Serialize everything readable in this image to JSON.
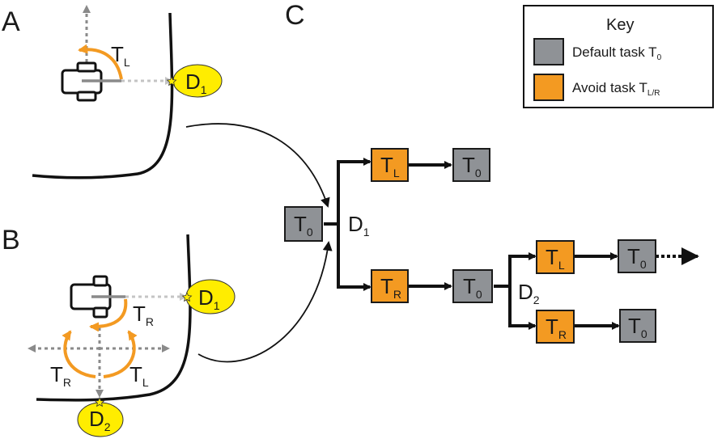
{
  "panels": {
    "a": "A",
    "b": "B",
    "c": "C"
  },
  "key": {
    "title": "Key",
    "default_label": "Default task T",
    "default_sub": "0",
    "avoid_label": "Avoid task T",
    "avoid_sub": "L/R",
    "colors": {
      "default": "#8f9296",
      "avoid": "#f39a22",
      "detection": "#ffed00"
    }
  },
  "panel_a": {
    "turn_label": "T",
    "turn_sub": "L",
    "detection_label": "D",
    "detection_sub": "1"
  },
  "panel_b": {
    "turn_right_upper": "T",
    "turn_right_upper_sub": "R",
    "turn_right_lower": "T",
    "turn_right_lower_sub": "R",
    "turn_left_lower": "T",
    "turn_left_lower_sub": "L",
    "detection1_label": "D",
    "detection1_sub": "1",
    "detection2_label": "D",
    "detection2_sub": "2"
  },
  "tree": {
    "nodes": [
      {
        "id": "root",
        "kind": "default",
        "label": "T",
        "sub": "0"
      },
      {
        "id": "d1-left",
        "kind": "avoid",
        "label": "T",
        "sub": "L"
      },
      {
        "id": "d1-left-next",
        "kind": "default",
        "label": "T",
        "sub": "0"
      },
      {
        "id": "d1-right",
        "kind": "avoid",
        "label": "T",
        "sub": "R"
      },
      {
        "id": "d1-right-next",
        "kind": "default",
        "label": "T",
        "sub": "0"
      },
      {
        "id": "d2-left",
        "kind": "avoid",
        "label": "T",
        "sub": "L"
      },
      {
        "id": "d2-left-next",
        "kind": "default",
        "label": "T",
        "sub": "0"
      },
      {
        "id": "d2-right",
        "kind": "avoid",
        "label": "T",
        "sub": "R"
      },
      {
        "id": "d2-right-next",
        "kind": "default",
        "label": "T",
        "sub": "0"
      }
    ],
    "decision_points": [
      {
        "label": "D",
        "sub": "1"
      },
      {
        "label": "D",
        "sub": "2"
      }
    ]
  }
}
